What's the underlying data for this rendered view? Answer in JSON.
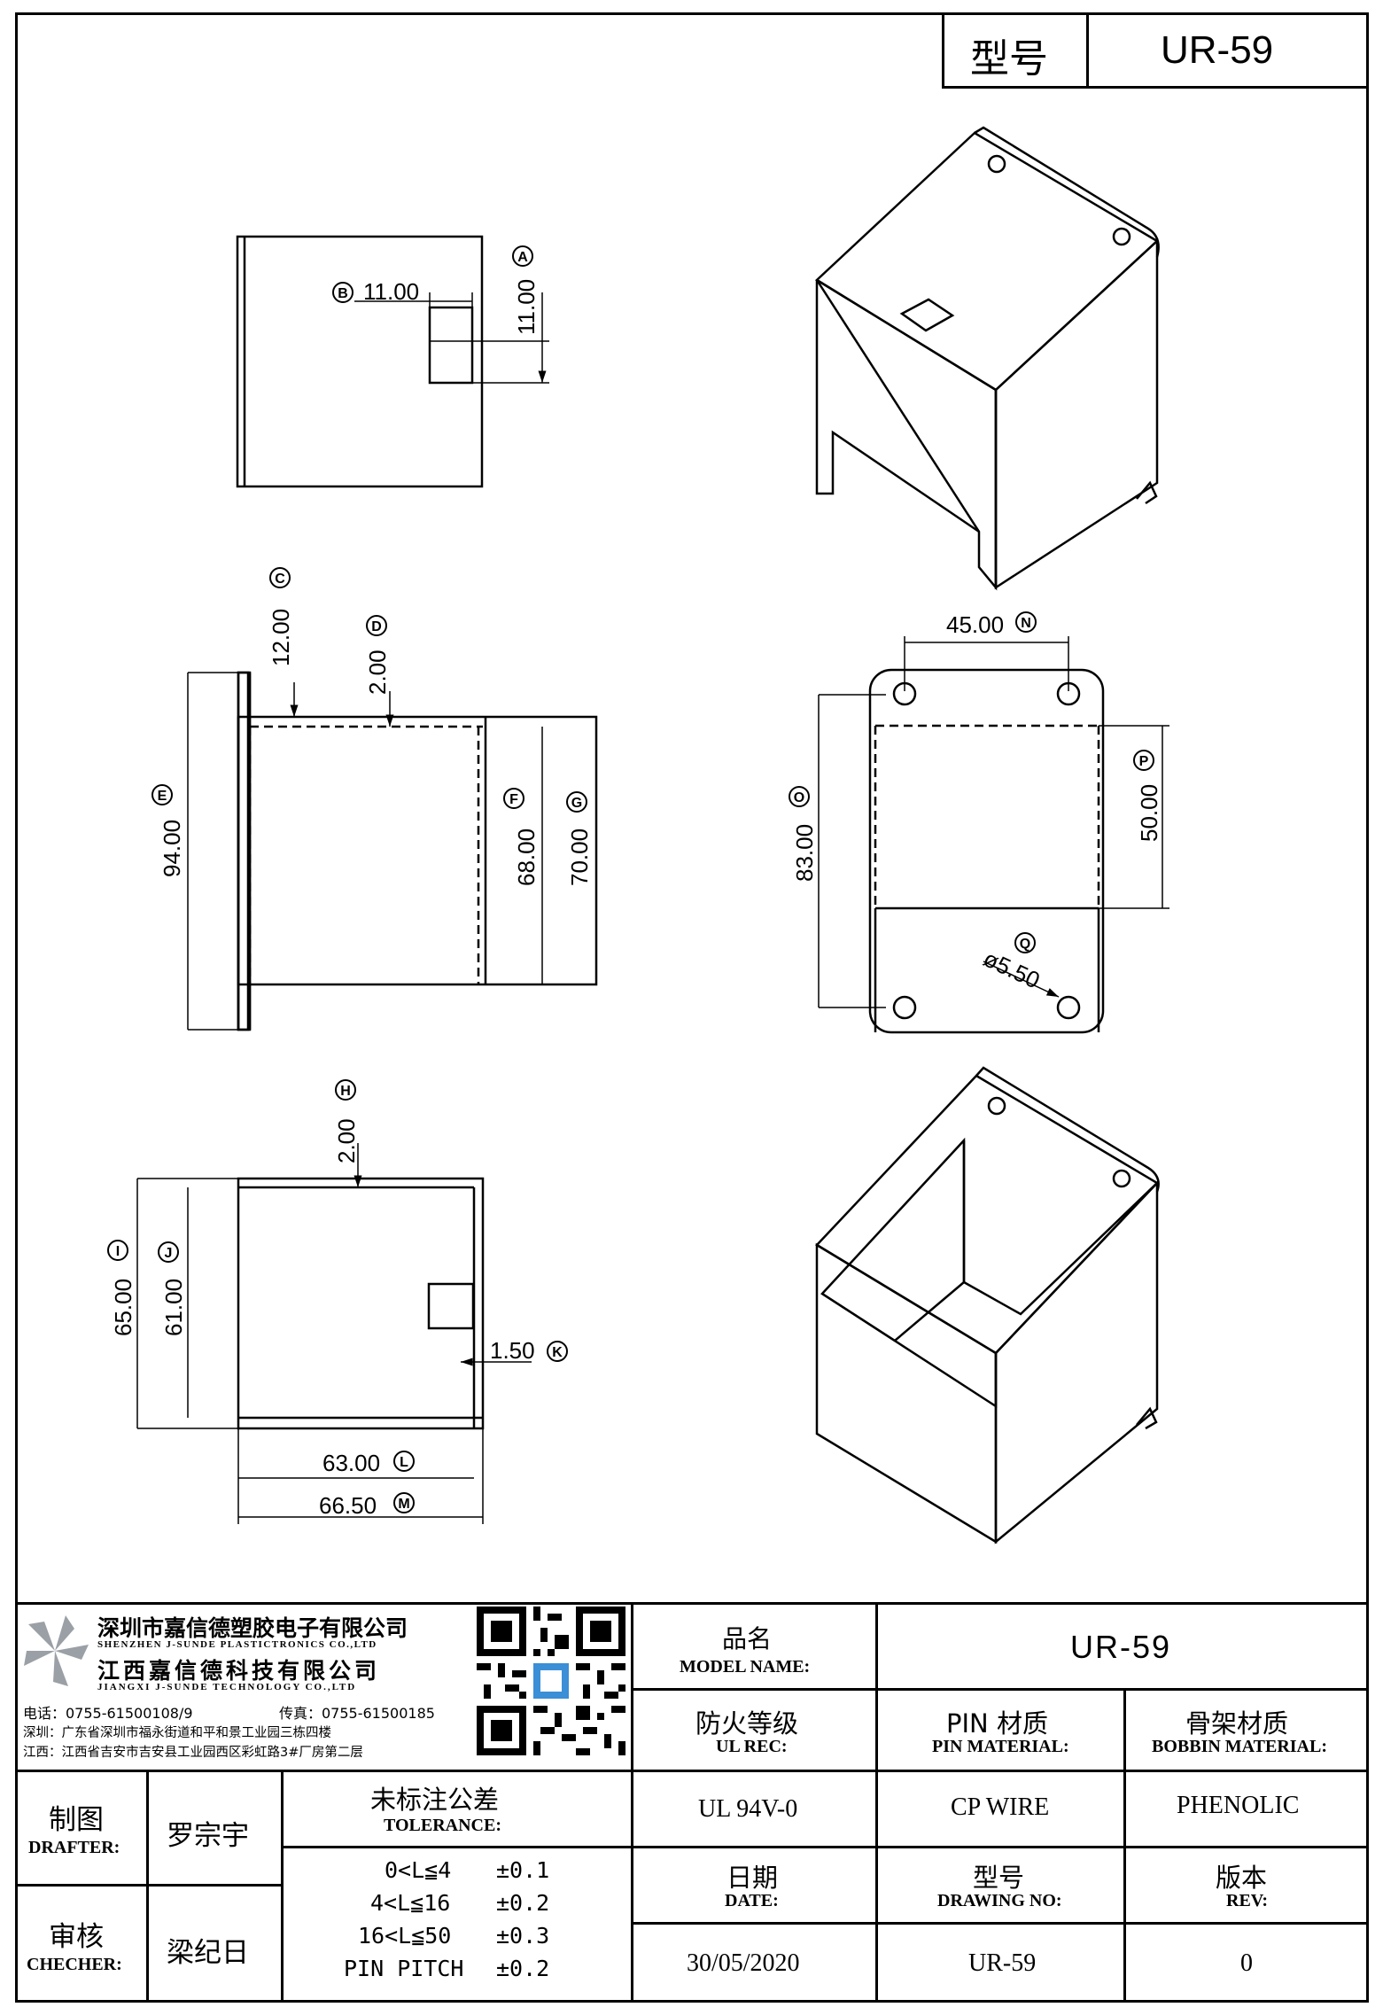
{
  "header": {
    "model_label": "型号",
    "model_value": "UR-59"
  },
  "drawing": {
    "top_view": {
      "dim_b": "11.00",
      "dim_a": "11.00",
      "callout_a": "A",
      "callout_b": "B"
    },
    "side_view": {
      "dim_c": "12.00",
      "dim_d": "2.00",
      "dim_e": "94.00",
      "dim_f": "68.00",
      "dim_g": "70.00",
      "callout_c": "C",
      "callout_d": "D",
      "callout_e": "E",
      "callout_f": "F",
      "callout_g": "G"
    },
    "bottom_view": {
      "dim_h": "2.00",
      "dim_i": "65.00",
      "dim_j": "61.00",
      "dim_k": "1.50",
      "dim_l": "63.00",
      "dim_m": "66.50",
      "callout_h": "H",
      "callout_i": "I",
      "callout_j": "J",
      "callout_k": "K",
      "callout_l": "L",
      "callout_m": "M"
    },
    "end_view": {
      "dim_n": "45.00",
      "dim_o": "83.00",
      "dim_p": "50.00",
      "dim_q": "ø5.50",
      "callout_n": "N",
      "callout_o": "O",
      "callout_p": "P",
      "callout_q": "Q"
    }
  },
  "title_block": {
    "company_cn": "深圳市嘉信德塑胶电子有限公司",
    "company_en": "SHENZHEN J-SUNDE PLASTICTRONICS CO.,LTD",
    "company2_cn": "江西嘉信德科技有限公司",
    "company2_en": "JIANGXI J-SUNDE TECHNOLOGY CO.,LTD",
    "contact_tel": "电话：0755-61500108/9",
    "contact_fax": "传真：0755-61500185",
    "addr_sz": "深圳：广东省深圳市福永街道和平和景工业园三栋四楼",
    "addr_jx": "江西：江西省吉安市吉安县工业园西区彩虹路3#厂房第二层",
    "model_name_cn": "品名",
    "model_name_en": "MODEL NAME:",
    "model_name_value": "UR-59",
    "ul_cn": "防火等级",
    "ul_en": "UL REC:",
    "ul_value": "UL 94V-0",
    "pin_cn": "PIN 材质",
    "pin_en": "PIN MATERIAL:",
    "pin_value": "CP WIRE",
    "bobbin_cn": "骨架材质",
    "bobbin_en": "BOBBIN MATERIAL:",
    "bobbin_value": "PHENOLIC",
    "drafter_cn": "制图",
    "drafter_en": "DRAFTER:",
    "drafter_value": "罗宗宇",
    "checker_cn": "审核",
    "checker_en": "CHECHER:",
    "checker_value": "梁纪日",
    "tolerance_cn": "未标注公差",
    "tolerance_en": "TOLERANCE:",
    "tolerances": [
      {
        "range": "0<L≦4",
        "value": "±0.1"
      },
      {
        "range": "4<L≦16",
        "value": "±0.2"
      },
      {
        "range": "16<L≦50",
        "value": "±0.3"
      },
      {
        "range": "PIN PITCH",
        "value": "±0.2"
      }
    ],
    "date_cn": "日期",
    "date_en": "DATE:",
    "date_value": "30/05/2020",
    "drawing_no_cn": "型号",
    "drawing_no_en": "DRAWING NO:",
    "drawing_no_value": "UR-59",
    "rev_cn": "版本",
    "rev_en": "REV:",
    "rev_value": "0"
  }
}
